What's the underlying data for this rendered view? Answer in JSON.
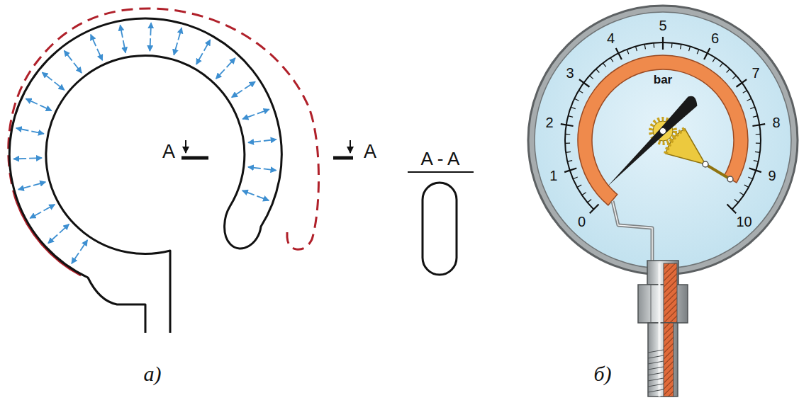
{
  "diagram": {
    "labels": [
      "A",
      "A",
      "A - A",
      "а)",
      "б)",
      "bar",
      "0",
      "1",
      "2",
      "3",
      "4",
      "5",
      "6",
      "7",
      "8",
      "9",
      "10"
    ]
  }
}
